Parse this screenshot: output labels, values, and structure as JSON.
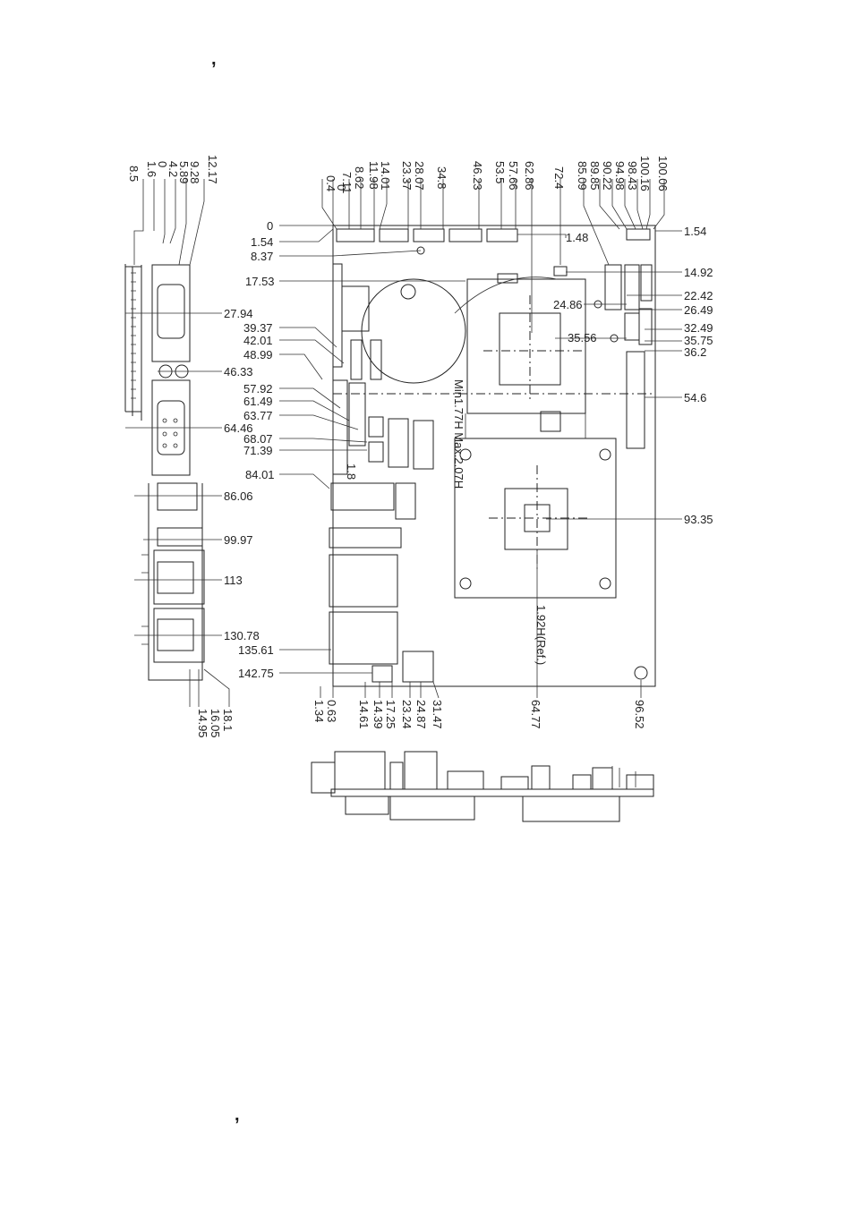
{
  "page": {
    "mark_top": ",",
    "mark_bottom": ","
  },
  "drawing": {
    "side_view_dims": [
      "12.17",
      "9.28",
      "5.89",
      "4.2",
      "0",
      "1.6",
      "8.5"
    ],
    "side_view_right_dims": [
      "27.94",
      "46.33",
      "64.46",
      "86.06",
      "99.97",
      "113",
      "130.78"
    ],
    "side_view_bottom_dims": [
      "18.1",
      "16.05",
      "14.95"
    ],
    "top_dims": [
      "0.4",
      "0",
      "7.11",
      "8.62",
      "11.98",
      "14.01",
      "23.37",
      "28.07",
      "34.8",
      "46.23",
      "53.5",
      "57.66",
      "62.86",
      "72.4",
      "85.09",
      "89.85",
      "90.22",
      "94.98",
      "98.43",
      "100.16",
      "100.06"
    ],
    "left_dims": [
      "0",
      "1.54",
      "8.37",
      "17.53",
      "39.37",
      "42.01",
      "48.99",
      "57.92",
      "61.49",
      "63.77",
      "68.07",
      "71.39",
      "84.01",
      "135.61",
      "142.75"
    ],
    "right_dims": [
      "1.54",
      "1.48",
      "14.92",
      "22.42",
      "24.86",
      "26.49",
      "32.49",
      "35.56",
      "35.75",
      "36.2",
      "54.6",
      "93.35"
    ],
    "bottom_dims": [
      "1.34",
      "0.63",
      "14.61",
      "14.39",
      "17.25",
      "23.24",
      "24.87",
      "31.47",
      "64.77",
      "96.52"
    ],
    "notes": {
      "min_max_height": "Min1.77H Max.2.07H",
      "ref_height": "1.92H(Ref.)",
      "small_dim": "1.8"
    }
  }
}
